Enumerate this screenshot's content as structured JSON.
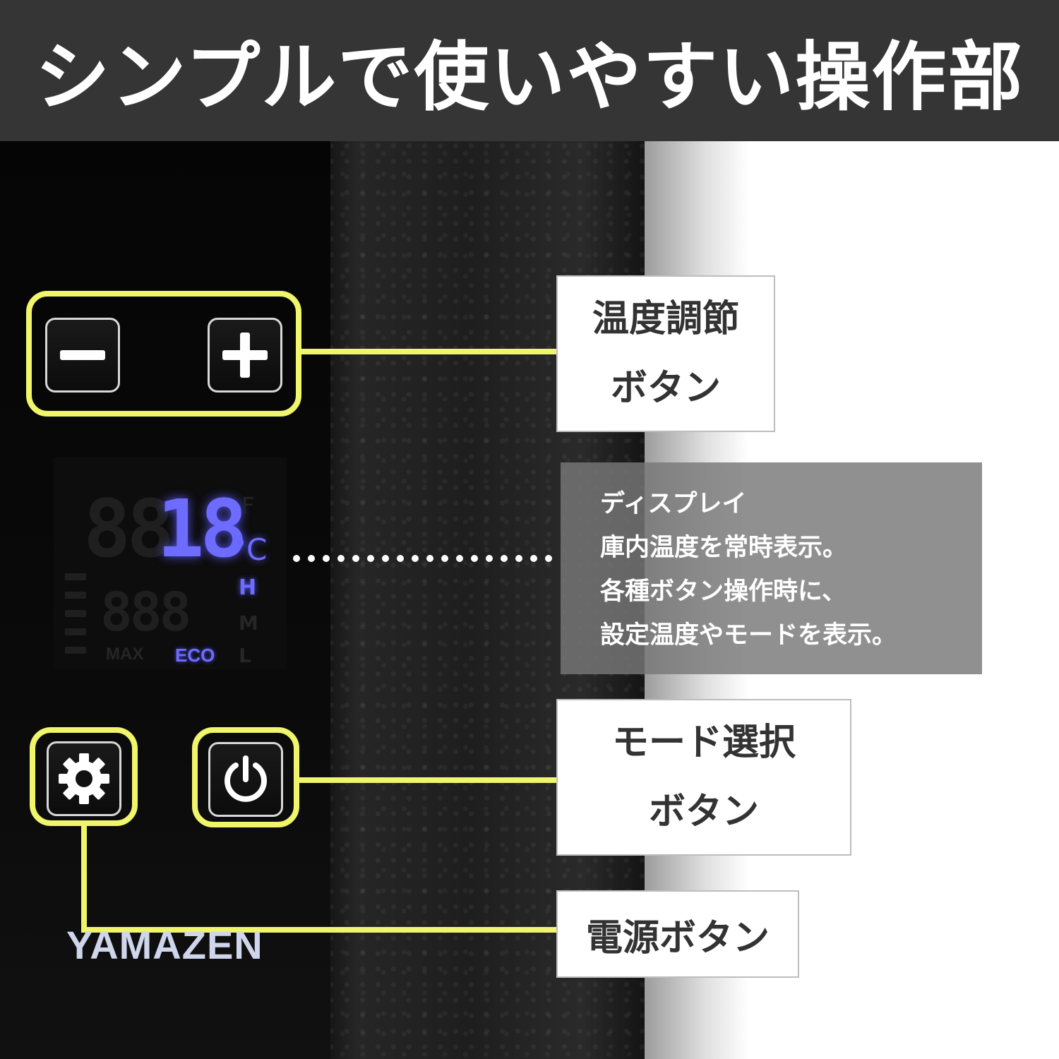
{
  "header": {
    "title": "シンプルで使いやすい操作部"
  },
  "panel": {
    "minus_symbol": "−",
    "plus_symbol": "+",
    "display": {
      "ghost_digits": "88",
      "temperature": "18",
      "unit_f": "F",
      "unit_c": "°C",
      "level_h": "H",
      "level_m": "M",
      "level_l": "L",
      "sub_ghost": "888",
      "max_label": "MAX",
      "eco_label": "ECO"
    },
    "brand": "YAMAZEN"
  },
  "callouts": {
    "temp_adjust": {
      "line1": "温度調節",
      "line2": "ボタン"
    },
    "display": {
      "title": "ディスプレイ",
      "line1": "庫内温度を常時表示。",
      "line2": "各種ボタン操作時に、",
      "line3": "設定温度やモードを表示。"
    },
    "mode_select": {
      "line1": "モード選択",
      "line2": "ボタン"
    },
    "power": {
      "label": "電源ボタン"
    }
  },
  "colors": {
    "header_bg": "#353535",
    "highlight": "#f1f56a",
    "display_blue": "#6d6cff",
    "callout_overlay": "#787878"
  },
  "icons": {
    "minus": "minus-icon",
    "plus": "plus-icon",
    "mode": "gear-icon",
    "power": "power-icon"
  }
}
